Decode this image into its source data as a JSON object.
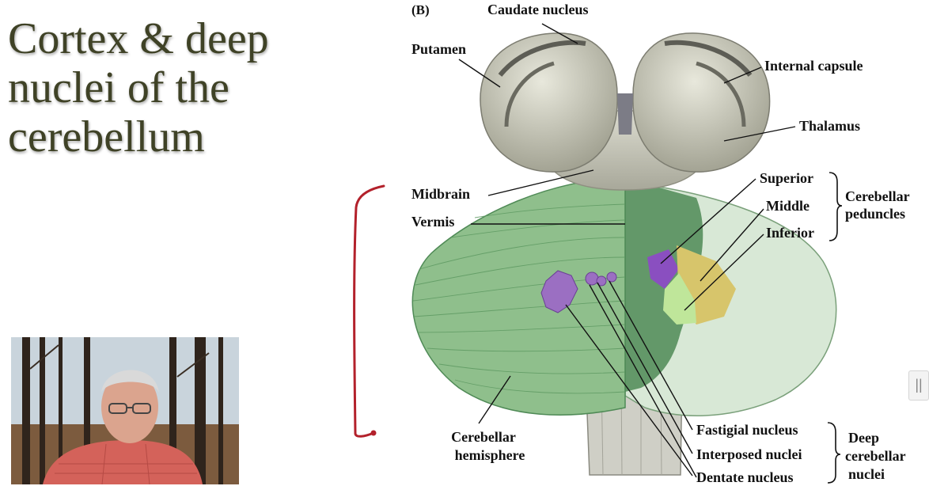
{
  "slide": {
    "title_lines": [
      "Cortex & deep",
      "nuclei of the",
      "cerebellum"
    ]
  },
  "figure": {
    "panel_label": "(B)",
    "labels": {
      "caudate_nucleus": "Caudate nucleus",
      "putamen": "Putamen",
      "internal_capsule": "Internal capsule",
      "thalamus": "Thalamus",
      "midbrain": "Midbrain",
      "vermis": "Vermis",
      "superior": "Superior",
      "middle": "Middle",
      "inferior": "Inferior",
      "cerebellar_peduncles_1": "Cerebellar",
      "cerebellar_peduncles_2": "peduncles",
      "cerebellar_hemisphere_1": "Cerebellar",
      "cerebellar_hemisphere_2": "hemisphere",
      "fastigial_nucleus": "Fastigial nucleus",
      "interposed_nuclei": "Interposed nuclei",
      "dentate_nucleus": "Dentate nucleus",
      "deep_cerebellar_nuclei_1": "Deep",
      "deep_cerebellar_nuclei_2": "cerebellar",
      "deep_cerebellar_nuclei_3": "nuclei"
    }
  },
  "colors": {
    "title": "#3f4226",
    "cerebellum_green": "#8fbf8c",
    "cerebellum_dark": "#4f8a56",
    "nucleus_purple": "#9b6fc2",
    "bracket_red": "#b3212b"
  },
  "overlay": {
    "scroll_handle_glyph": "||"
  }
}
